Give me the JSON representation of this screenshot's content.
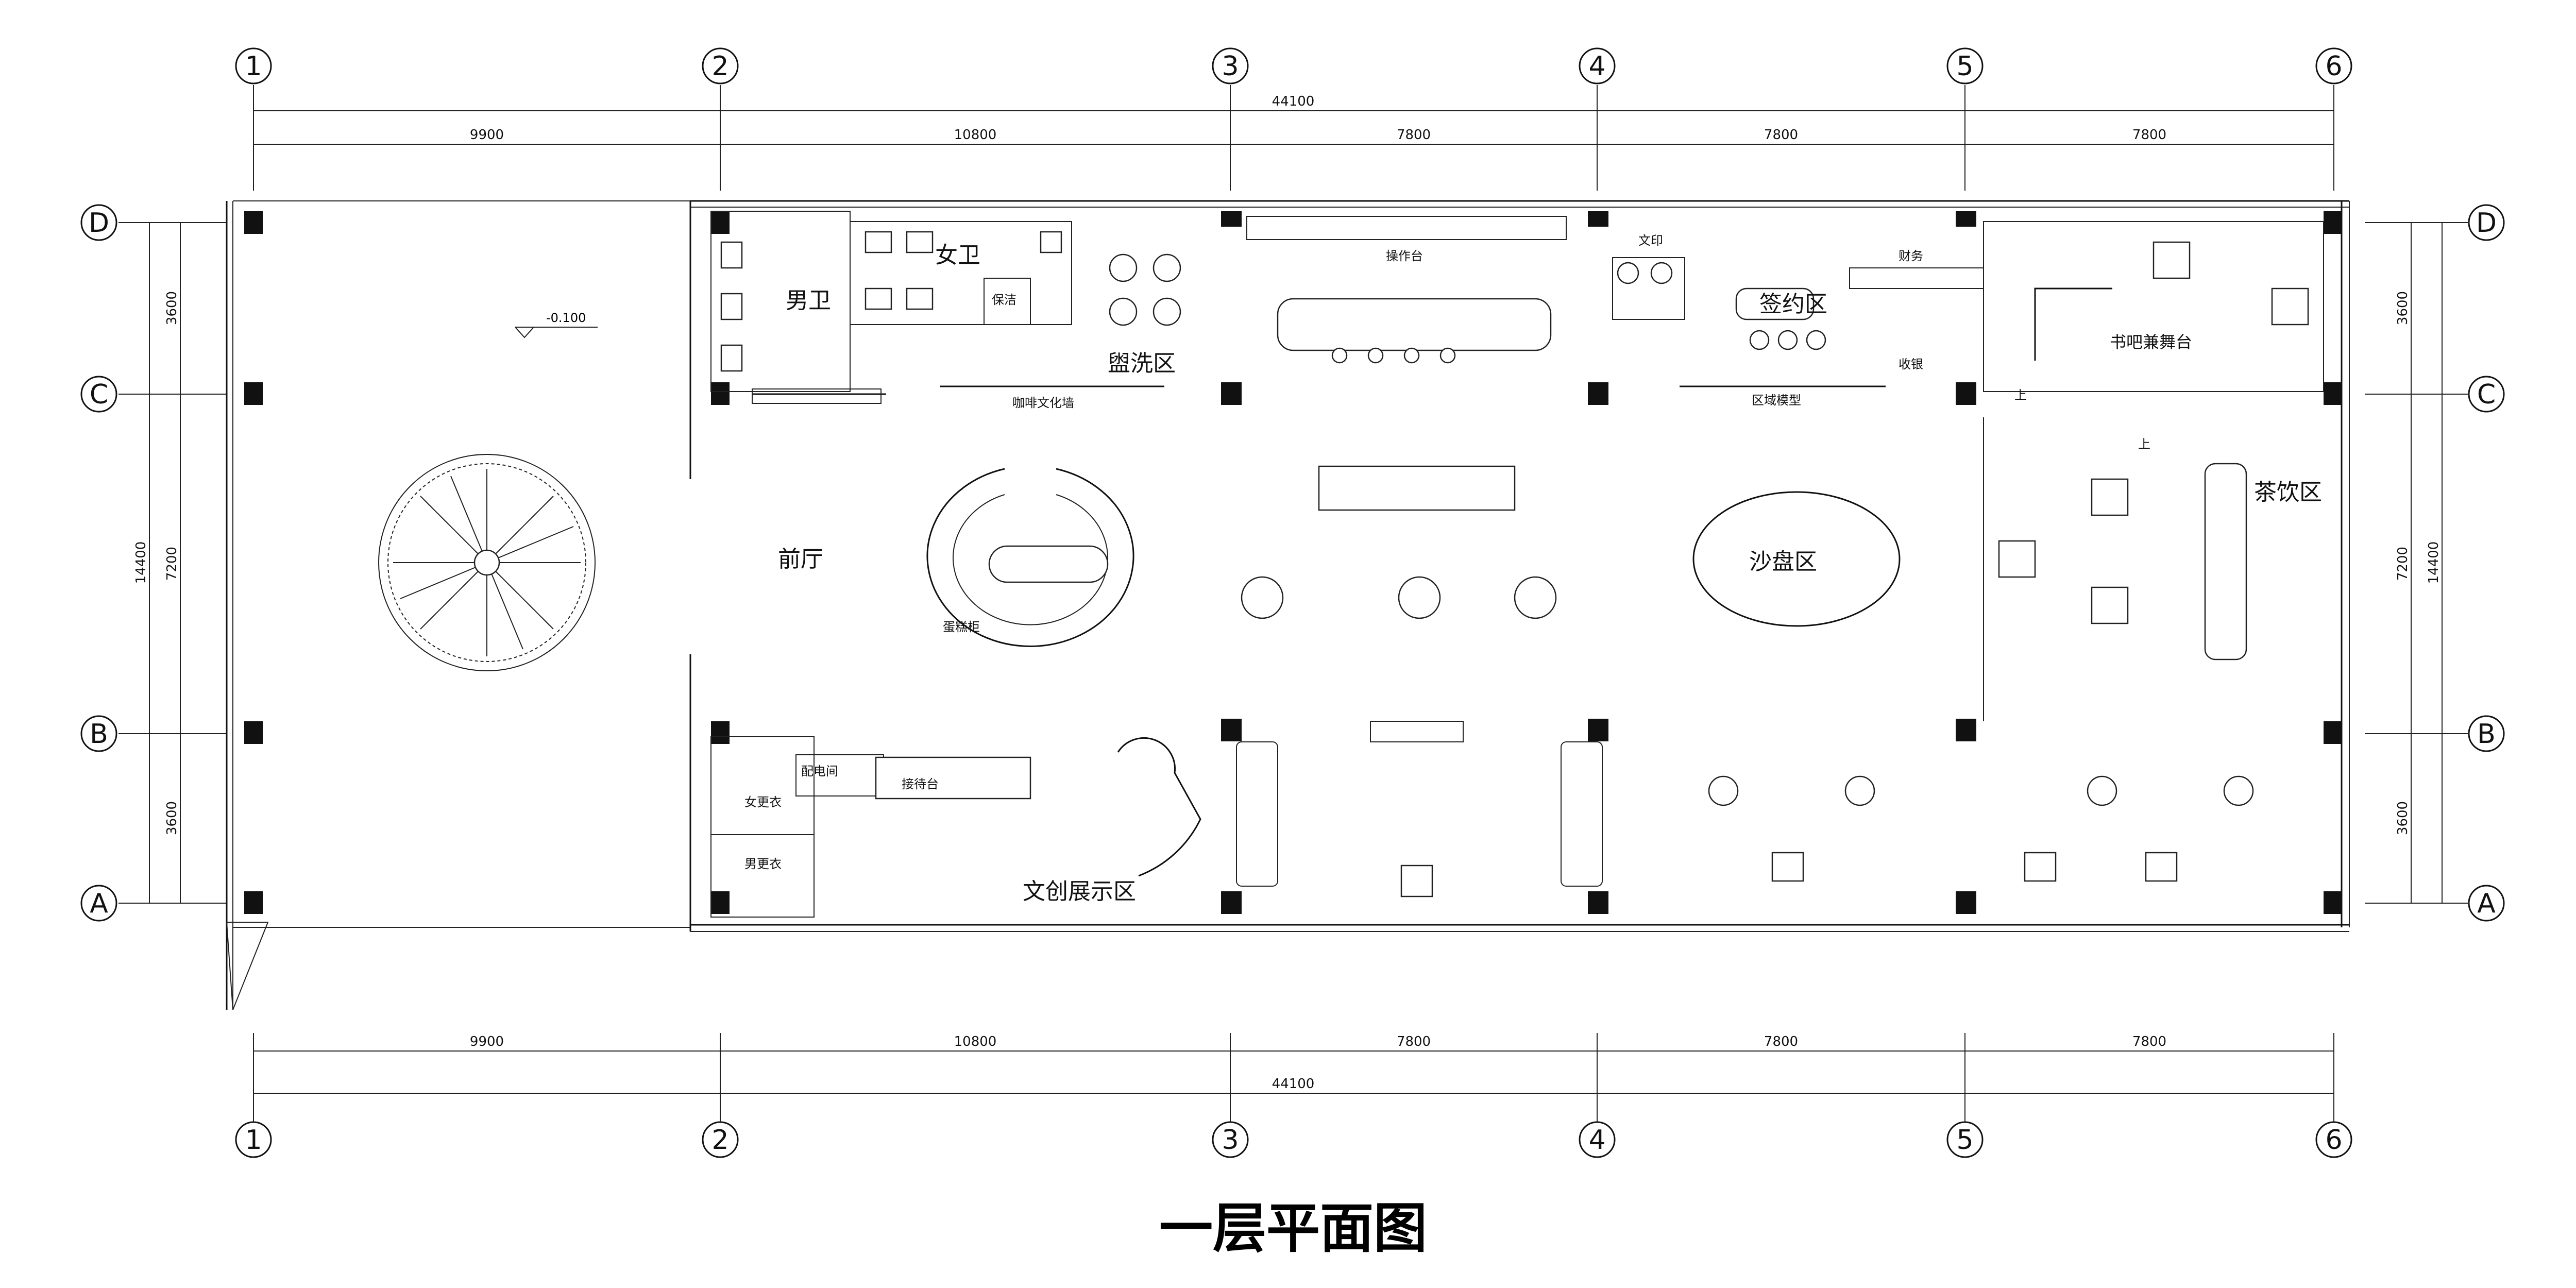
{
  "drawing_title": "一层平面图",
  "axes": {
    "columns": [
      "1",
      "2",
      "3",
      "4",
      "5",
      "6"
    ],
    "rows": [
      "D",
      "C",
      "B",
      "A"
    ]
  },
  "dimensions": {
    "top_total": "44100",
    "top_segments": [
      "9900",
      "10800",
      "7800",
      "7800",
      "7800"
    ],
    "bottom_total": "44100",
    "bottom_segments": [
      "9900",
      "10800",
      "7800",
      "7800",
      "7800"
    ],
    "side_total": "14400",
    "side_segments": [
      "3600",
      "7200",
      "3600"
    ]
  },
  "elevation_mark": "-0.100",
  "rooms": {
    "mens_wc": "男卫",
    "womens_wc": "女卫",
    "cleaning": "保洁",
    "wash_area": "盥洗区",
    "operation_counter": "操作台",
    "print": "文印",
    "finance": "财务",
    "signing": "签约区",
    "cashier": "收银",
    "bookbar_stage": "书吧兼舞台",
    "coffee_wall": "咖啡文化墙",
    "region_model": "区域模型",
    "lobby": "前厅",
    "cake_cabinet": "蛋糕柜",
    "sand_table": "沙盘区",
    "tea_area": "茶饮区",
    "power_room": "配电间",
    "reception": "接待台",
    "womens_locker": "女更衣",
    "mens_locker": "男更衣",
    "creative_display": "文创展示区",
    "up_1": "上",
    "up_2": "上"
  }
}
